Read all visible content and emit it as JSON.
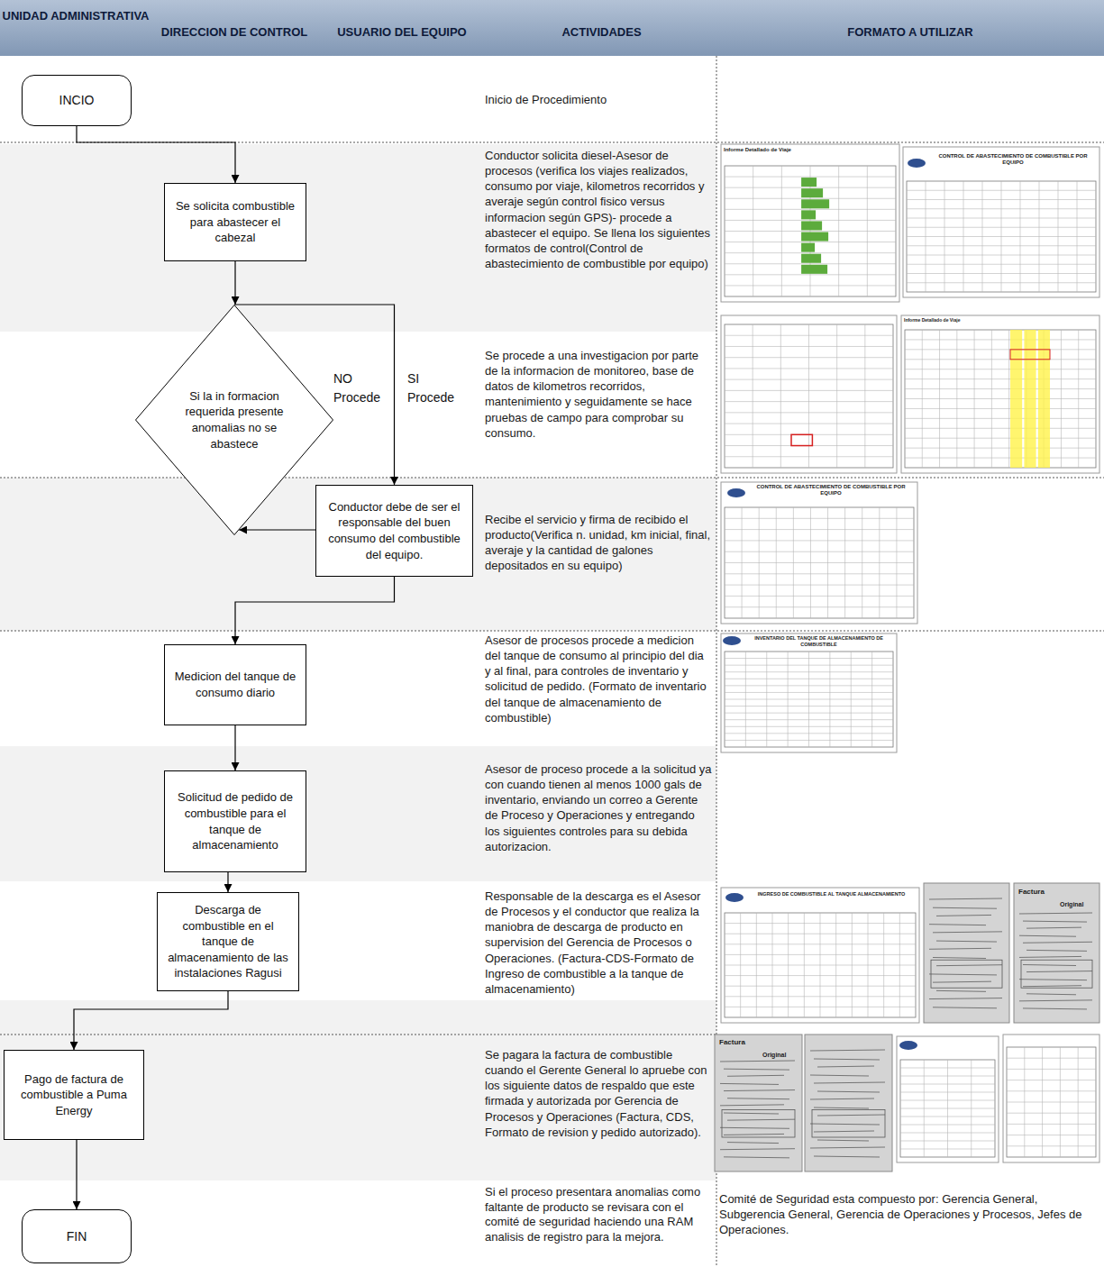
{
  "diagram": {
    "nodes": [
      {
        "text": [
          "INCIO"
        ]
      },
      {
        "text": [
          "Se solicita combustible para abastecer el cabezal"
        ]
      },
      {
        "text": [
          "Si la in formacion requerida presente anomalias no se abastece"
        ]
      },
      {
        "text": [
          "Conductor debe de ser el responsable del buen consumo del combustible del equipo."
        ]
      },
      {
        "text": [
          "Medicion del tanque de consumo diario"
        ]
      },
      {
        "text": [
          "Solicitud de pedido de combustible para el tanque de almacenamiento"
        ]
      },
      {
        "text": [
          "Descarga de combustible en el tanque de almacenamiento de las instalaciones Ragusi"
        ]
      },
      {
        "text": [
          "Pago de factura de combustible a Puma Energy"
        ]
      },
      {
        "text": [
          "FIN"
        ]
      }
    ],
    "edges": [
      {
        "from": 0,
        "to": 1,
        "arrow": "to"
      },
      {
        "from": 1,
        "to": 2,
        "arrow": "to"
      },
      {
        "from": 2,
        "to": 3,
        "label": "SI Procede",
        "arrow": "to"
      },
      {
        "from": 3,
        "to": 2,
        "label": "NO Procede",
        "arrow": "to"
      },
      {
        "from": 3,
        "to": 4,
        "arrow": "to"
      },
      {
        "from": 4,
        "to": 5,
        "arrow": "to"
      },
      {
        "from": 5,
        "to": 6,
        "arrow": "to"
      },
      {
        "from": 6,
        "to": 7,
        "arrow": "to"
      },
      {
        "from": 7,
        "to": 8,
        "arrow": "to"
      }
    ],
    "labels": [
      "UNIDAD ADMINISTRATIVA",
      "DIRECCION DE CONTROL",
      "USUARIO DEL EQUIPO",
      "ACTIVIDADES",
      "FORMATO A UTILIZAR",
      "Inicio de Procedimiento",
      "Conductor solicita diesel-Asesor de procesos (verifica los viajes realizados, consumo por viaje, kilometros recorridos y averaje según control fisico versus informacion según GPS)- procede a abastecer el equipo. Se llena los siguientes formatos de control(Control de abastecimiento de combustible por equipo)",
      "Se procede a una investigacion por parte de la informacion de monitoreo, base de datos de kilometros recorridos, mantenimiento y seguidamente se hace pruebas de campo para comprobar su consumo.",
      "Recibe el servicio y firma de recibido el producto(Verifica n. unidad, km inicial, final, averaje y la cantidad de galones depositados en su equipo)",
      "Asesor de procesos procede a medicion del tanque de consumo al principio del dia y al final, para controles de inventario y solicitud de pedido. (Formato de inventario del tanque de almacenamiento de combustible)",
      "Asesor de proceso procede a la solicitud ya con cuando tienen al menos 1000 gals de inventario, enviando un correo a Gerente de Proceso y Operaciones y entregando los siguientes controles para su debida autorizacion.",
      "Responsable de la descarga es el Asesor de Procesos y el conductor que realiza la maniobra de descarga de producto en supervision del Gerencia de Procesos o Operaciones. (Factura-CDS-Formato de Ingreso de combustible a la tanque de almacenamiento)",
      "Se pagara la factura de combustible cuando el Gerente General lo apruebe con los siguiente datos de respaldo que este firmada y autorizada por Gerencia de Procesos y Operaciones (Factura, CDS, Formato de revision y pedido autorizado).",
      "Si el proceso presentara anomalias como faltante de producto se revisara con el comité de seguridad haciendo una RAM analisis de registro para la mejora.",
      "Comité de Seguridad esta compuesto por: Gerencia General, Subgerencia General, Gerencia de Operaciones y Procesos, Jefes de Operaciones.",
      "Informe Detallado de Viaje",
      "CONTROL DE ABASTECIMIENTO DE COMBUSTIBLE POR EQUIPO",
      "Informe Detallado de Viaje",
      "CONTROL DE ABASTECIMIENTO DE COMBUSTIBLE POR EQUIPO",
      "INVENTARIO DEL TANQUE DE ALMACENAMIENTO DE COMBUSTIBLE",
      "INGRESO DE COMBUSTIBLE AL TANQUE ALMACENAMIENTO",
      "Factura",
      "Original",
      "Factura",
      "Original"
    ]
  }
}
